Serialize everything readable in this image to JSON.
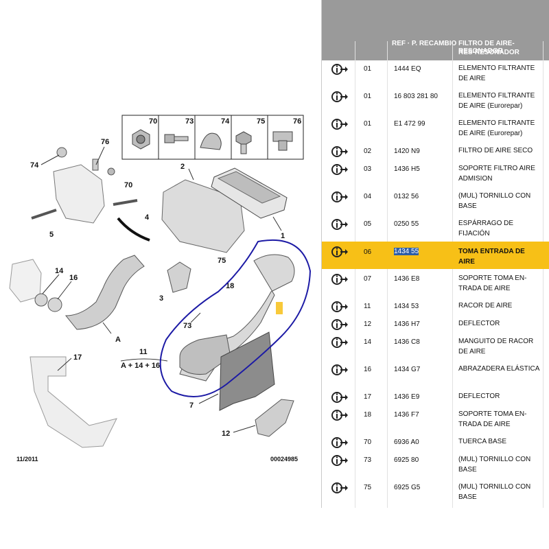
{
  "diagram": {
    "callouts": [
      "70",
      "73",
      "74",
      "75",
      "76",
      "74",
      "76",
      "70",
      "2",
      "1",
      "4",
      "5",
      "75",
      "14",
      "16",
      "3",
      "18",
      "73",
      "A",
      "11",
      "A + 14 + 16",
      "17",
      "7",
      "12"
    ],
    "box_labels": [
      "70",
      "73",
      "74",
      "75",
      "76"
    ],
    "date": "11/2011",
    "ref": "00024985"
  },
  "panel": {
    "header": {
      "code_col": "REF · P. RECAMBIO",
      "desc_col": "FILTRO DE AIRE-RESONADOR",
      "desc_sub": "RES-RESONADOR"
    },
    "rows": [
      {
        "num": "01",
        "code": "1444 EQ",
        "desc": "ELEMENTO FILTRANTE DE AIRE"
      },
      {
        "num": "01",
        "code": "16 803 281 80",
        "desc": "ELEMENTO FILTRANTE DE AIRE (Eurorepar)"
      },
      {
        "num": "01",
        "code": "E1 472 99",
        "desc": "ELEMENTO FILTRANTE DE AIRE (Eurorepar)"
      },
      {
        "num": "02",
        "code": "1420 N9",
        "desc": "FILTRO DE AIRE SECO"
      },
      {
        "num": "03",
        "code": "1436 H5",
        "desc": "SOPORTE FILTRO AIRE ADMISION"
      },
      {
        "num": "04",
        "code": "0132 56",
        "desc": "(MUL) TORNILLO CON BASE"
      },
      {
        "num": "05",
        "code": "0250 55",
        "desc": "ESPÁRRAGO DE FIJACIÓN"
      },
      {
        "num": "06",
        "code": "1434 55",
        "desc": "TOMA ENTRADA DE AIRE"
      },
      {
        "num": "07",
        "code": "1436 E8",
        "desc": "SOPORTE TOMA EN-TRADA DE AIRE"
      },
      {
        "num": "11",
        "code": "1434 53",
        "desc": "RACOR DE AIRE"
      },
      {
        "num": "12",
        "code": "1436 H7",
        "desc": "DEFLECTOR"
      },
      {
        "num": "14",
        "code": "1436 C8",
        "desc": "MANGUITO DE RACOR DE AIRE"
      },
      {
        "num": "16",
        "code": "1434 G7",
        "desc": "ABRAZADERA ELÁSTICA"
      },
      {
        "num": "17",
        "code": "1436 E9",
        "desc": "DEFLECTOR"
      },
      {
        "num": "18",
        "code": "1436 F7",
        "desc": "SOPORTE TOMA EN-TRADA DE AIRE"
      },
      {
        "num": "70",
        "code": "6936 A0",
        "desc": "TUERCA BASE"
      },
      {
        "num": "73",
        "code": "6925 80",
        "desc": "(MUL) TORNILLO CON BASE"
      },
      {
        "num": "75",
        "code": "6925 G5",
        "desc": "(MUL) TORNILLO CON BASE"
      }
    ],
    "highlight_color": "#f7c017",
    "annotation_color": "#1c1aa5"
  }
}
